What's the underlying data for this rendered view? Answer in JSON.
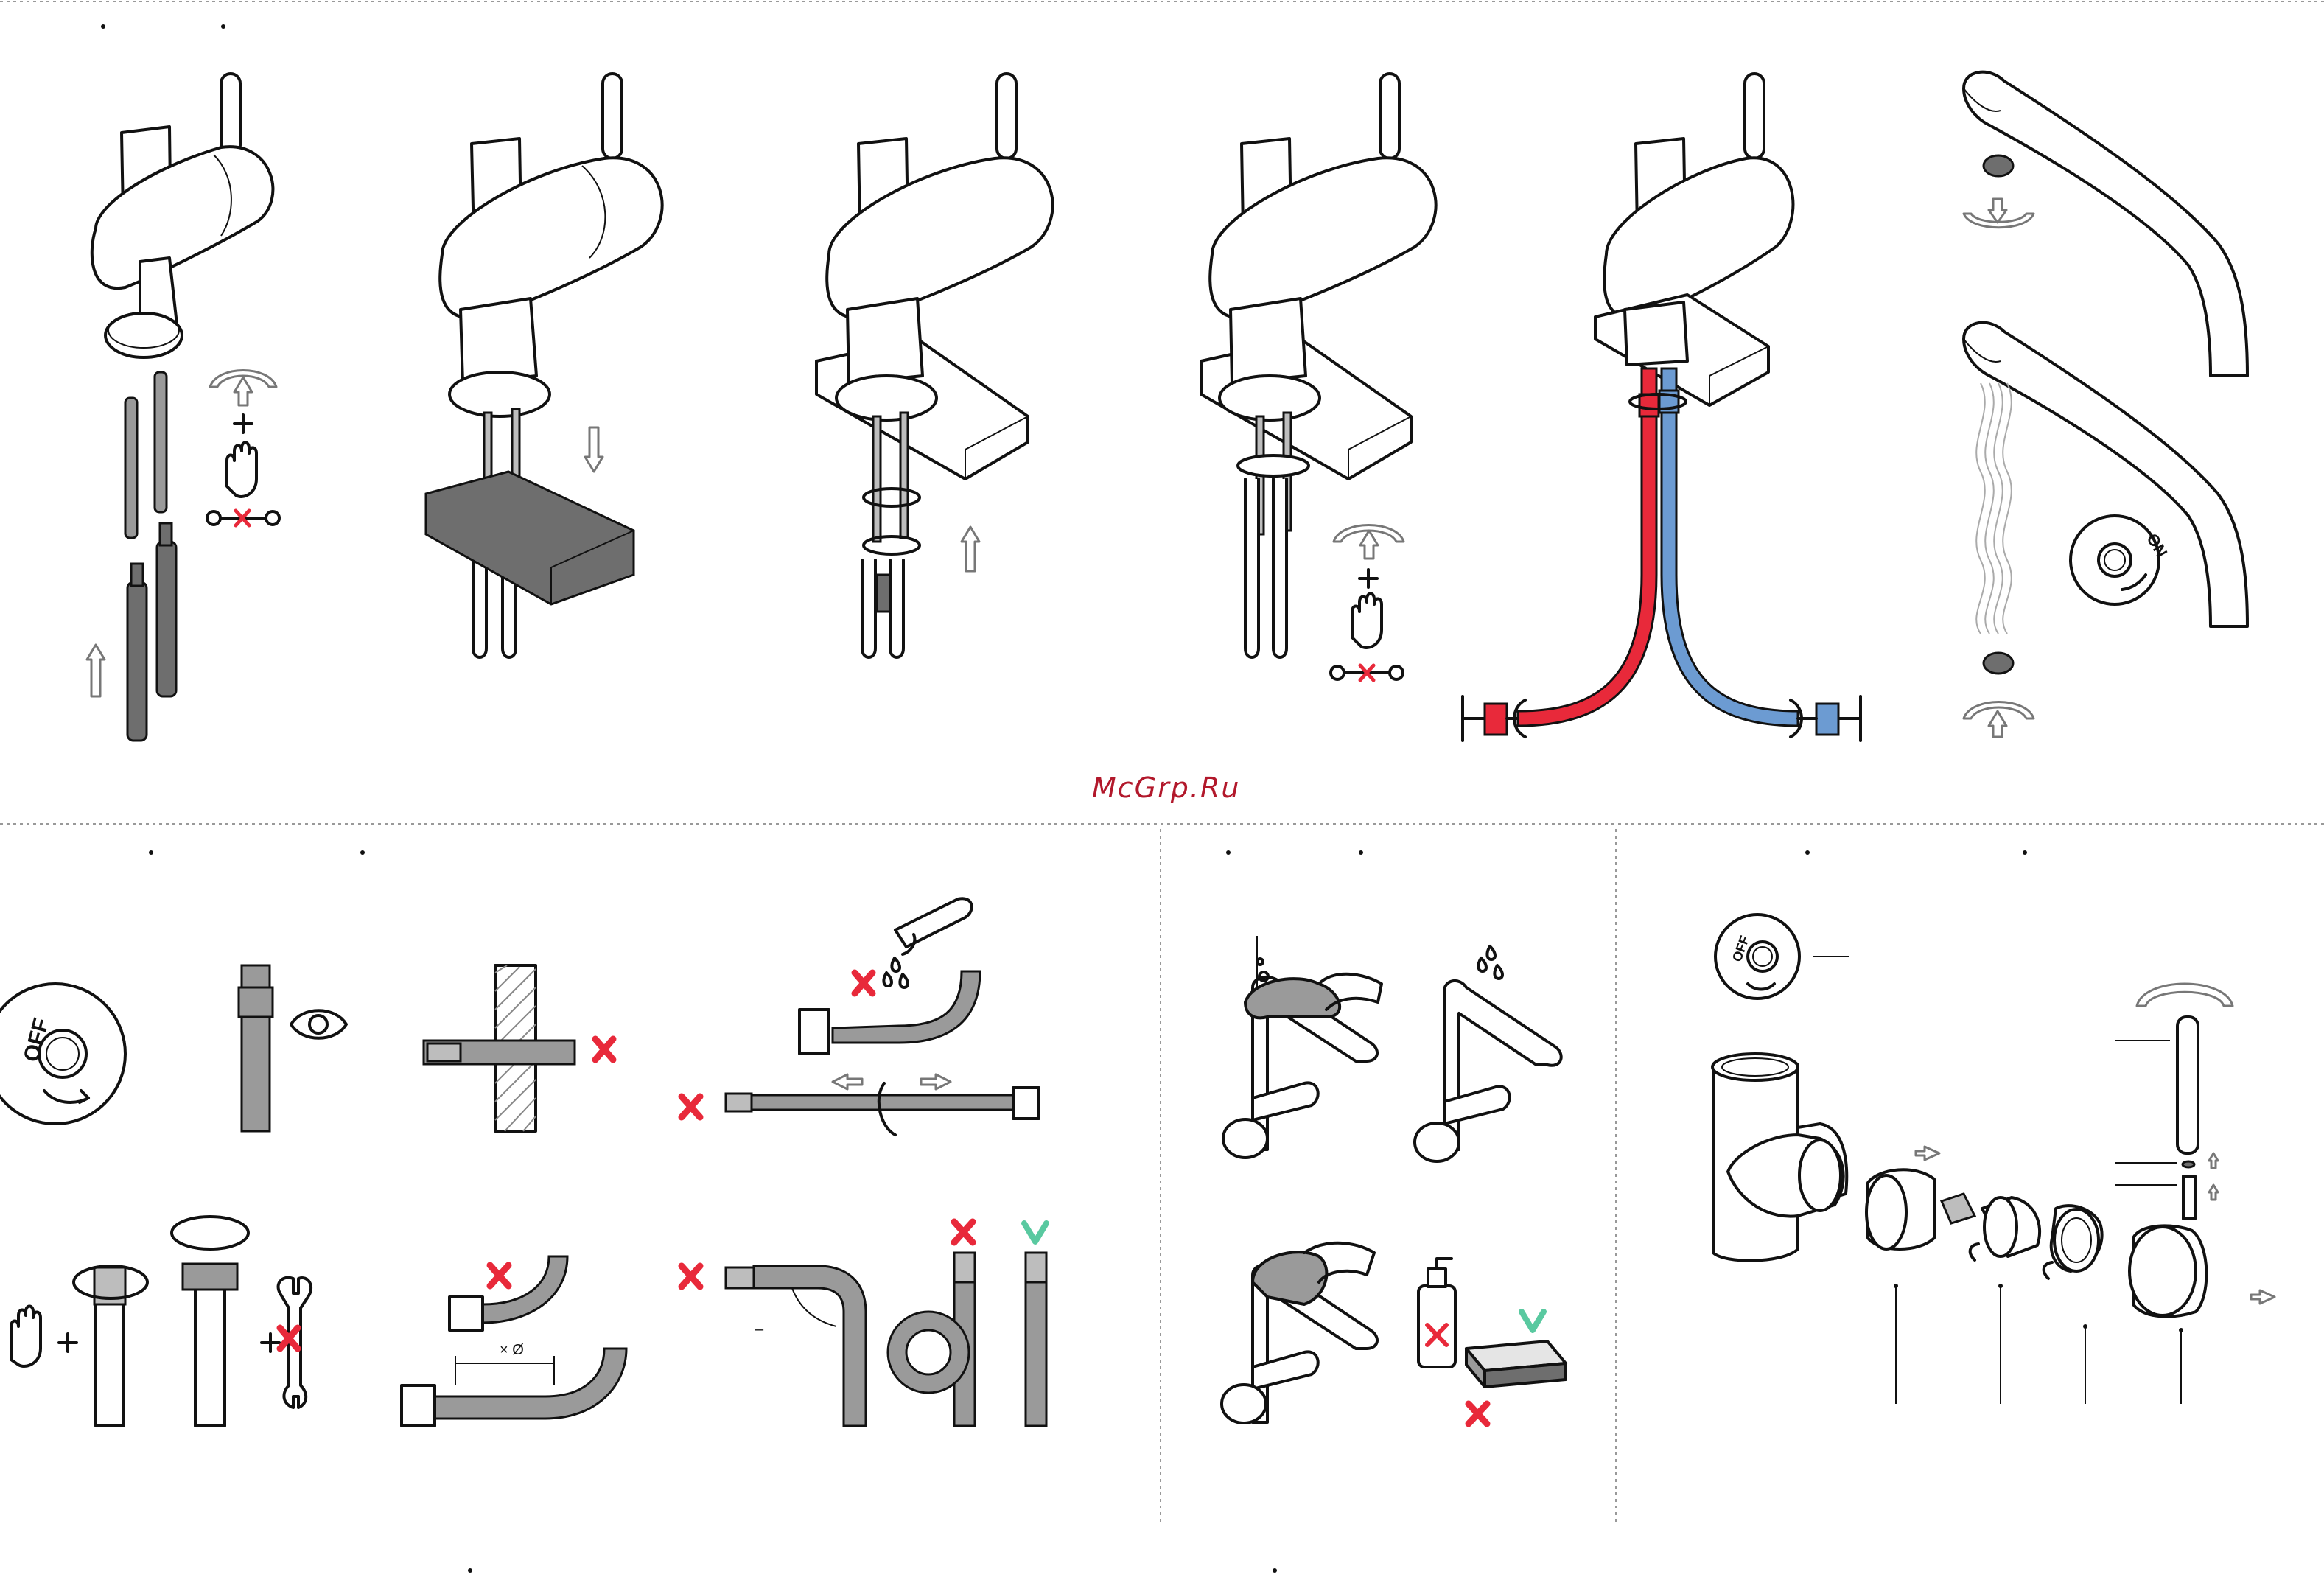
{
  "watermark": "McGrp.Ru",
  "off_label": "OFF",
  "on_label": "ON",
  "diameter_label": "× Ø",
  "angle_label": "–",
  "colors": {
    "hot": "#e8293a",
    "cold": "#6c9bd2",
    "wrong": "#e8293a",
    "correct": "#59c9a0",
    "watermark": "#b2182b"
  },
  "icons": [
    "rotate-arrows-icon",
    "hand-icon",
    "no-wrench-icon",
    "eye-icon",
    "wrench-icon",
    "drops-icon",
    "cross-icon",
    "check-icon",
    "cloth-icon",
    "soap-bottle-icon",
    "sponge-icon"
  ]
}
